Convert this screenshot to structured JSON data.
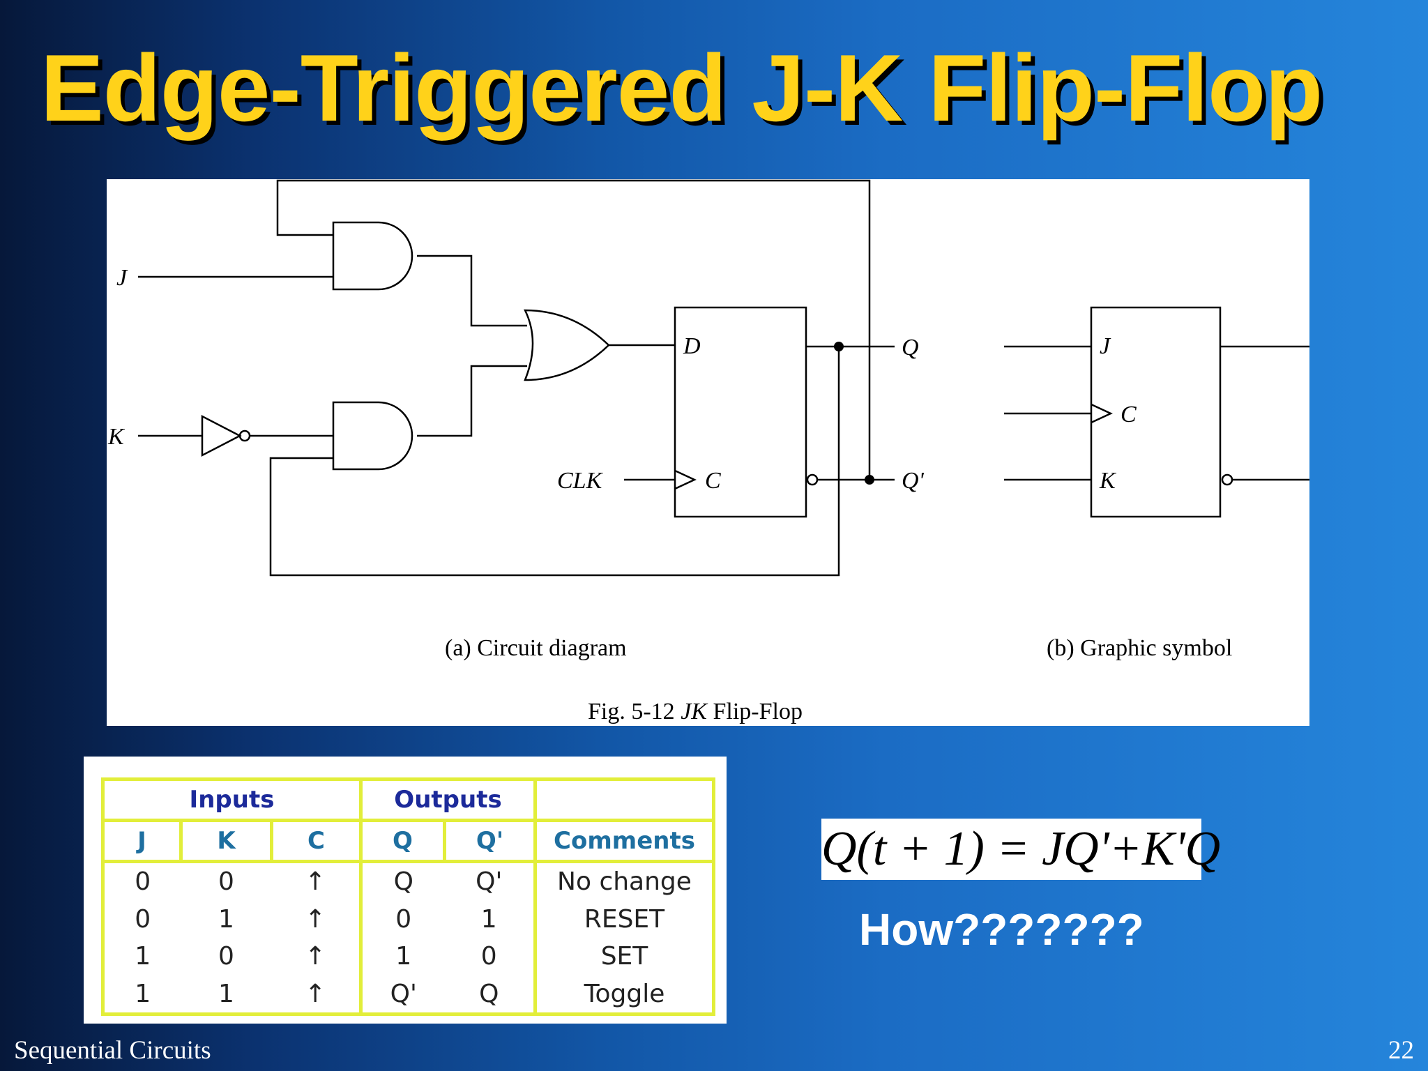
{
  "slide": {
    "title": "Edge-Triggered J-K Flip-Flop",
    "footer_left": "Sequential Circuits",
    "page_number": "22"
  },
  "figure": {
    "labels": {
      "j": "J",
      "k": "K",
      "d": "D",
      "clk": "CLK",
      "c": "C",
      "q": "Q",
      "q_prime": "Q'",
      "sym_j": "J",
      "sym_c": "C",
      "sym_k": "K"
    },
    "caption_a": "(a) Circuit diagram",
    "caption_b": "(b) Graphic symbol",
    "fig_prefix": "Fig. 5-12 ",
    "fig_italic": "JK",
    "fig_suffix": " Flip-Flop"
  },
  "truth_table": {
    "group_headers": [
      "Inputs",
      "Outputs",
      ""
    ],
    "columns": [
      "J",
      "K",
      "C",
      "Q",
      "Q'",
      "Comments"
    ],
    "rows": [
      [
        "0",
        "0",
        "↑",
        "Q",
        "Q'",
        "No change"
      ],
      [
        "0",
        "1",
        "↑",
        "0",
        "1",
        "RESET"
      ],
      [
        "1",
        "0",
        "↑",
        "1",
        "0",
        "SET"
      ],
      [
        "1",
        "1",
        "↑",
        "Q'",
        "Q",
        "Toggle"
      ]
    ]
  },
  "equation": "Q(t + 1) = JQ'+K'Q",
  "question": "How???????"
}
